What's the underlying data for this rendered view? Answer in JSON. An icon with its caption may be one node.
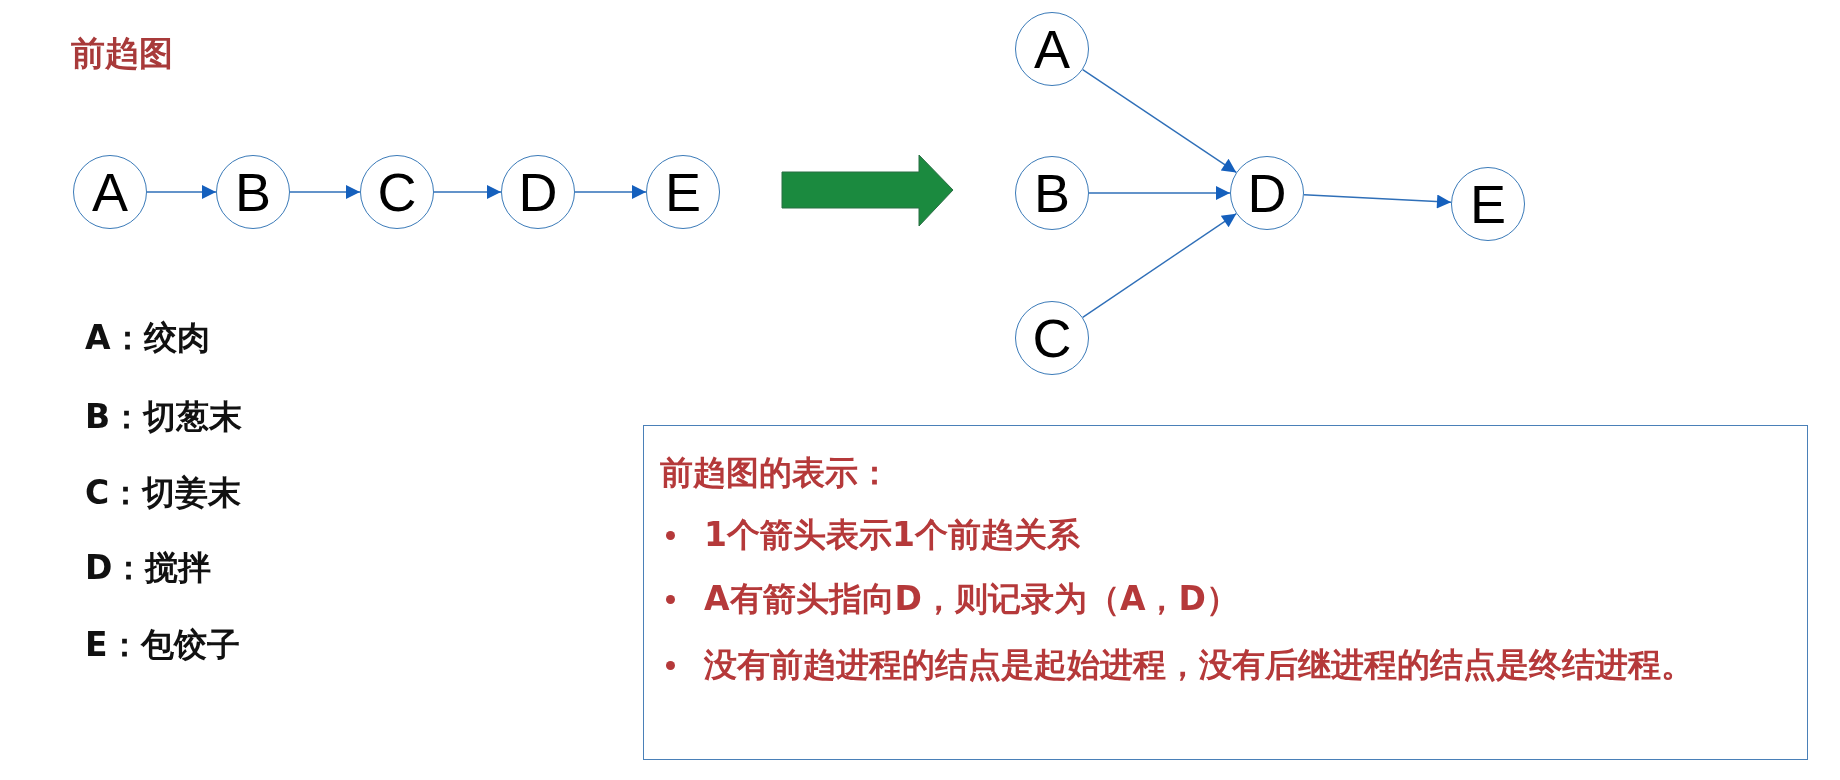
{
  "diagram": {
    "title": "前趋图",
    "nodes": [
      {
        "text": [
          "A"
        ]
      },
      {
        "text": [
          "B"
        ]
      },
      {
        "text": [
          "C"
        ]
      },
      {
        "text": [
          "D"
        ]
      },
      {
        "text": [
          "E"
        ]
      },
      {
        "text": [
          "A"
        ]
      },
      {
        "text": [
          "B"
        ]
      },
      {
        "text": [
          "C"
        ]
      },
      {
        "text": [
          "D"
        ]
      },
      {
        "text": [
          "E"
        ]
      },
      {
        "text": [
          "前趋图的表示：",
          "1个箭头表示1个前趋关系",
          "A有箭头指向D，则记录为（A，D）",
          "没有前趋进程的结点是起始进程，没有后继进程的结点是终结进程。"
        ]
      }
    ],
    "edges": [
      {
        "from": 0,
        "to": 1,
        "arrow": "to"
      },
      {
        "from": 1,
        "to": 2,
        "arrow": "to"
      },
      {
        "from": 2,
        "to": 3,
        "arrow": "to"
      },
      {
        "from": 3,
        "to": 4,
        "arrow": "to"
      },
      {
        "from": 5,
        "to": 8,
        "arrow": "to"
      },
      {
        "from": 6,
        "to": 8,
        "arrow": "to"
      },
      {
        "from": 7,
        "to": 8,
        "arrow": "to"
      },
      {
        "from": 8,
        "to": 9,
        "arrow": "to"
      }
    ],
    "labels": [
      "A：绞肉",
      "B：切葱末",
      "C：切姜末",
      "D：搅拌",
      "E：包饺子"
    ]
  }
}
